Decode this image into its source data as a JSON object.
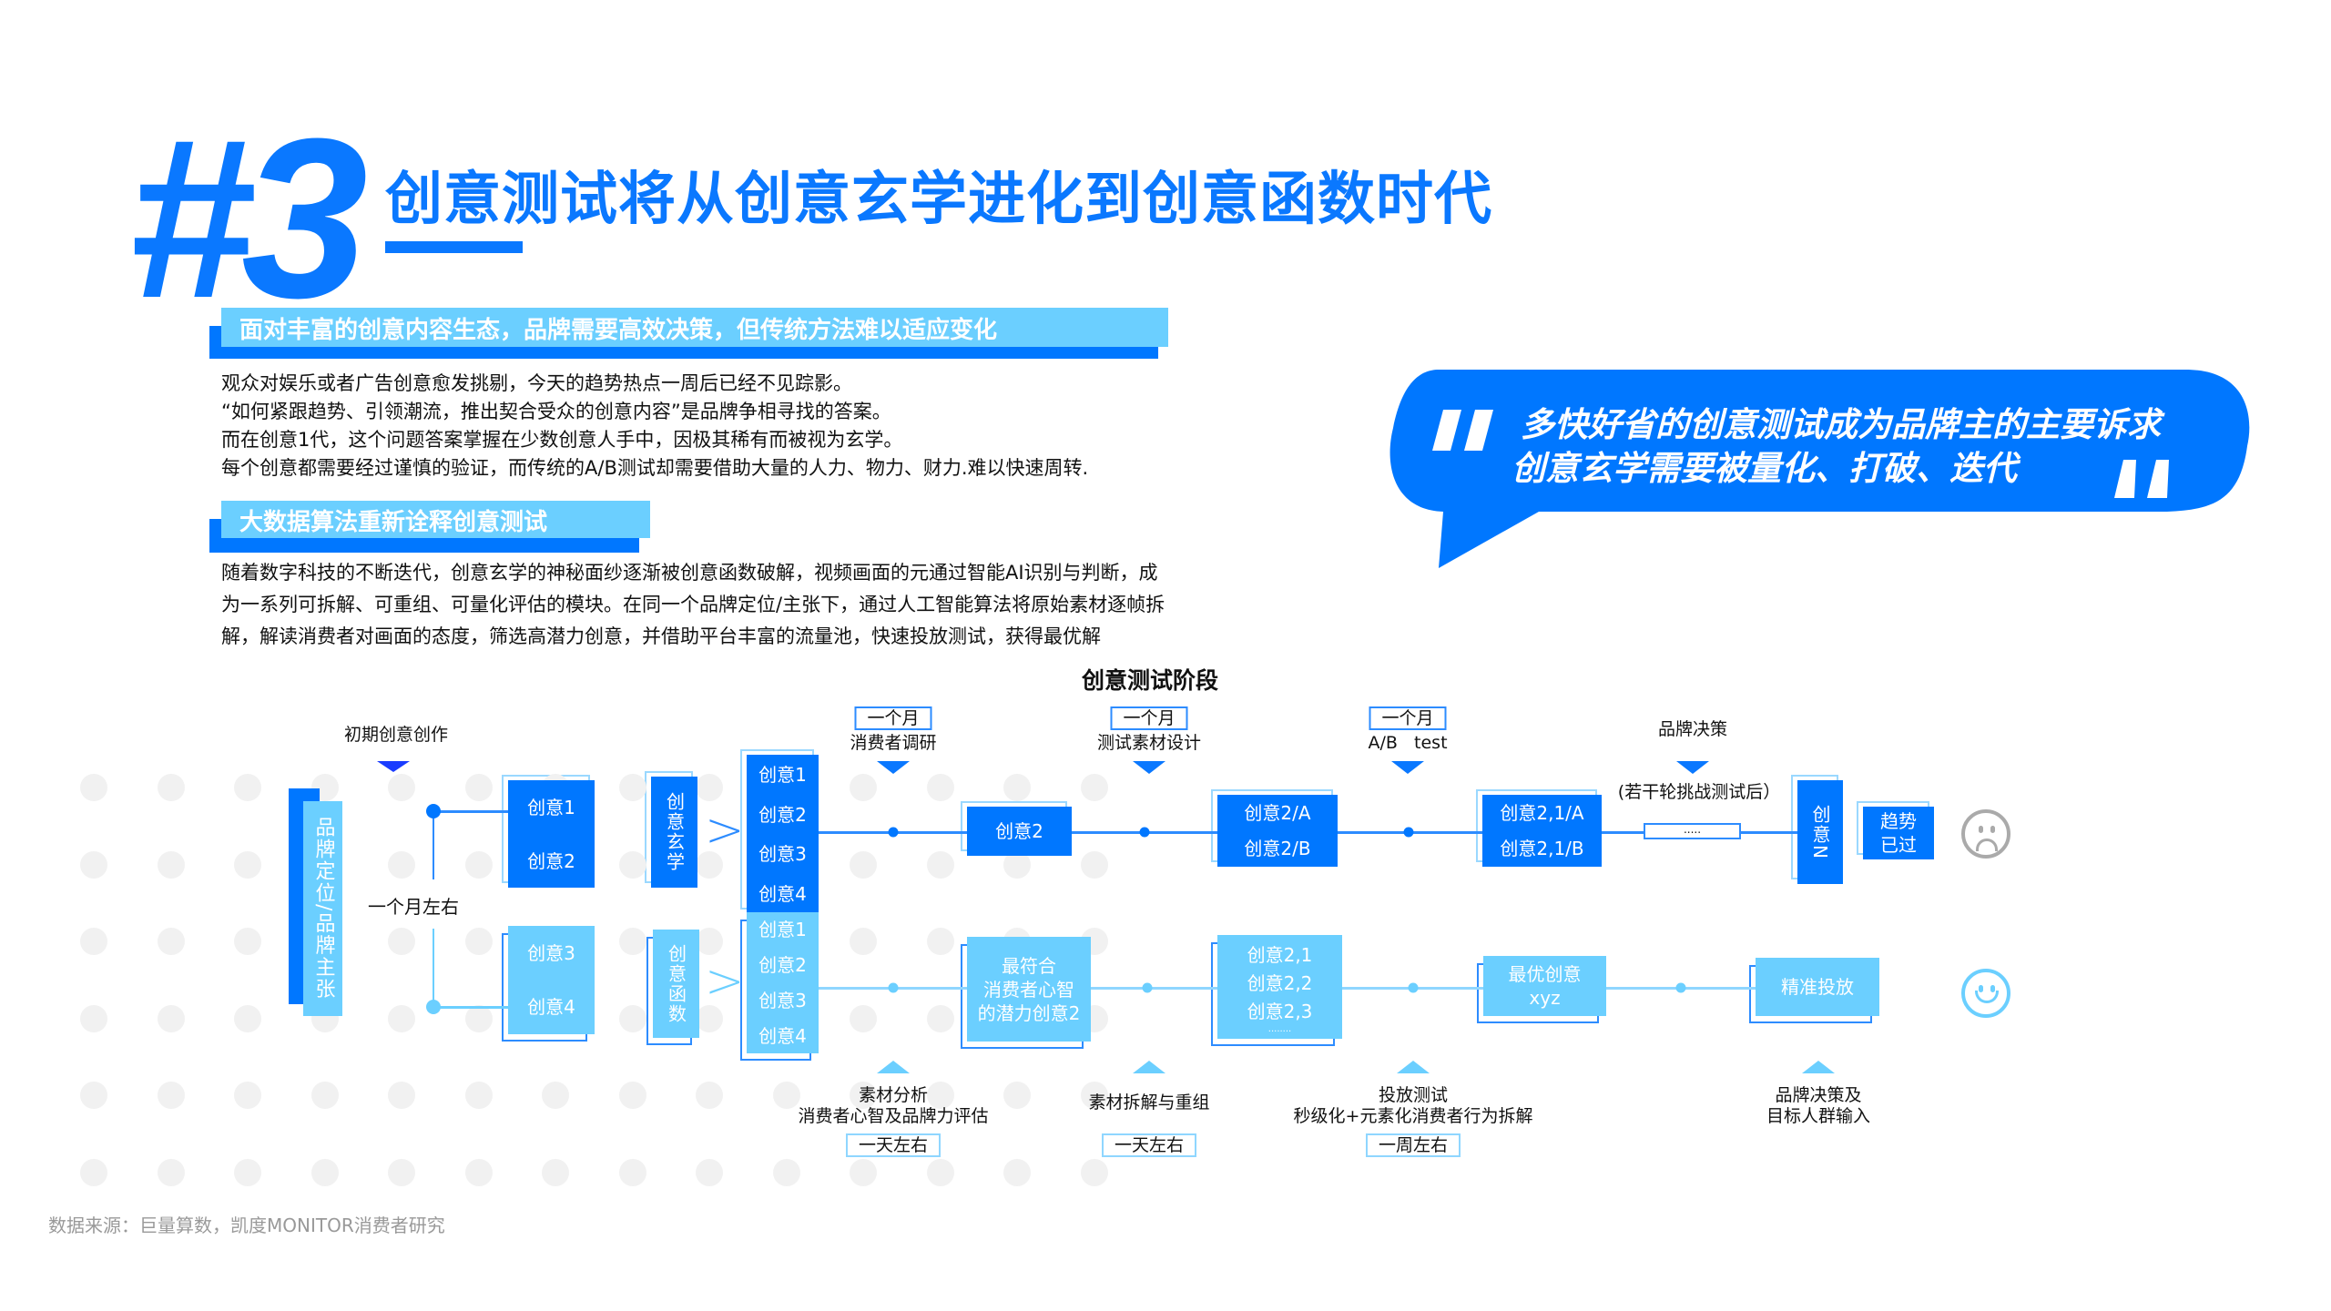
{
  "header": {
    "number": "#3",
    "title": "创意测试将从创意玄学进化到创意函数时代"
  },
  "section1": {
    "banner": "面对丰富的创意内容生态，品牌需要高效决策，但传统方法难以适应变化",
    "lines": [
      "观众对娱乐或者广告创意愈发挑剔，今天的趋势热点一周后已经不见踪影。",
      "“如何紧跟趋势、引领潮流，推出契合受众的创意内容”是品牌争相寻找的答案。",
      "而在创意1代，这个问题答案掌握在少数创意人手中，因极其稀有而被视为玄学。",
      "每个创意都需要经过谨慎的验证，而传统的A/B测试却需要借助大量的人力、物力、财力.难以快速周转."
    ]
  },
  "section2": {
    "banner": "大数据算法重新诠释创意测试",
    "lines": [
      "随着数字科技的不断迭代，创意玄学的神秘面纱逐渐被创意函数破解，视频画面的元通过智能AI识别与判断，成",
      "为一系列可拆解、可重组、可量化评估的模块。在同一个品牌定位/主张下，通过人工智能算法将原始素材逐帧拆",
      "解，解读消费者对画面的态度，筛选高潜力创意，并借助平台丰富的流量池，快速投放测试，获得最优解"
    ]
  },
  "quote": {
    "line1": "多快好省的创意测试成为品牌主的主要诉求",
    "line2": "创意玄学需要被量化、打破、迭代"
  },
  "diagram": {
    "title": "创意测试阶段",
    "brand": "品牌定位/品牌主张",
    "initial": "初期创意创作",
    "duration_initial": "一个月左右",
    "top_pair": [
      "创意1",
      "创意2"
    ],
    "bottom_pair": [
      "创意3",
      "创意4"
    ],
    "mystic": "创意玄学",
    "function": "创意函数",
    "top_list": [
      "创意1",
      "创意2",
      "创意3",
      "创意4"
    ],
    "bottom_list": [
      "创意1",
      "创意2",
      "创意3",
      "创意4"
    ],
    "top_stages": [
      {
        "tag": "一个月",
        "label": "消费者调研"
      },
      {
        "tag": "一个月",
        "label": "测试素材设计"
      },
      {
        "tag": "一个月",
        "label": "A/B   test"
      }
    ],
    "brand_decision": "品牌决策",
    "after_rounds": "(若干轮挑战测试后）",
    "ellipsis": ".....",
    "top_boxes": {
      "c2": "创意2",
      "ab": [
        "创意2/A",
        "创意2/B"
      ],
      "ab2": [
        "创意2,1/A",
        "创意2,1/B"
      ],
      "n": "创意N",
      "trend": [
        "趋势",
        "已过"
      ]
    },
    "bottom_boxes": {
      "potential": [
        "最符合",
        "消费者心智",
        "的潜力创意2"
      ],
      "variants": [
        "创意2,1",
        "创意2,2",
        "创意2,3",
        "........"
      ],
      "best": [
        "最优创意",
        "xyz"
      ],
      "precise": "精准投放"
    },
    "bottom_stages": [
      {
        "label1": "素材分析",
        "label2": "消费者心智及品牌力评估",
        "tag": "一天左右"
      },
      {
        "label1": "素材拆解与重组",
        "tag": "一天左右"
      },
      {
        "label1": "投放测试",
        "label2": "秒级化+元素化消费者行为拆解",
        "tag": "一周左右"
      },
      {
        "label1": "品牌决策及",
        "label2": "目标人群输入"
      }
    ],
    "faces": [
      "sad-face-icon",
      "happy-face-icon"
    ]
  },
  "footer": {
    "source": "数据来源：巨量算数，凯度MONITOR消费者研究"
  },
  "colors": {
    "primary": "#0077FF",
    "light": "#6BCFFF"
  }
}
